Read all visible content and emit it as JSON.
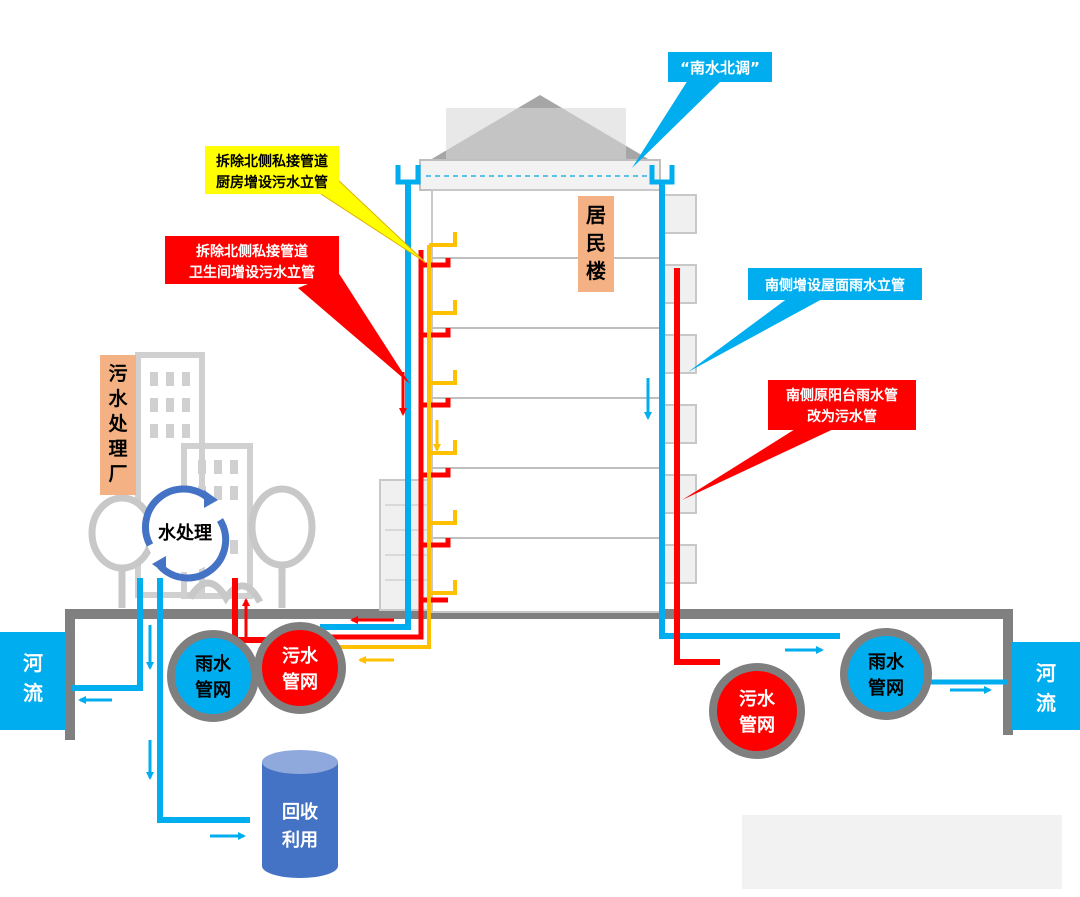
{
  "labels": {
    "south_north": "“南水北调”",
    "north_kitchen": [
      "拆除北侧私接管道",
      "厨房增设污水立管"
    ],
    "north_toilet": [
      "拆除北侧私接管道",
      "卫生间增设污水立管"
    ],
    "building": [
      "居",
      "民",
      "楼"
    ],
    "south_roof": "南侧增设屋面雨水立管",
    "south_balcony": [
      "南侧原阳台雨水管",
      "改为污水管"
    ],
    "plant": [
      "污",
      "水",
      "处",
      "理",
      "厂"
    ],
    "water_treatment": "水处理",
    "river_left": [
      "河",
      "流"
    ],
    "river_right": [
      "河",
      "流"
    ],
    "rain_net_left": [
      "雨水",
      "管网"
    ],
    "sewage_net_left": [
      "污水",
      "管网"
    ],
    "sewage_net_right": [
      "污水",
      "管网"
    ],
    "rain_net_right": [
      "雨水",
      "管网"
    ],
    "recycle": [
      "回收",
      "利用"
    ]
  },
  "colors": {
    "rain_blue": "#00aeef",
    "sewage_red": "#ff0000",
    "kitchen_yellow": "#ffc000",
    "label_yellow": "#ffff00",
    "label_tan": "#f4b183",
    "recycle_blue": "#4472c4",
    "ring_gray": "#7f7f7f"
  }
}
